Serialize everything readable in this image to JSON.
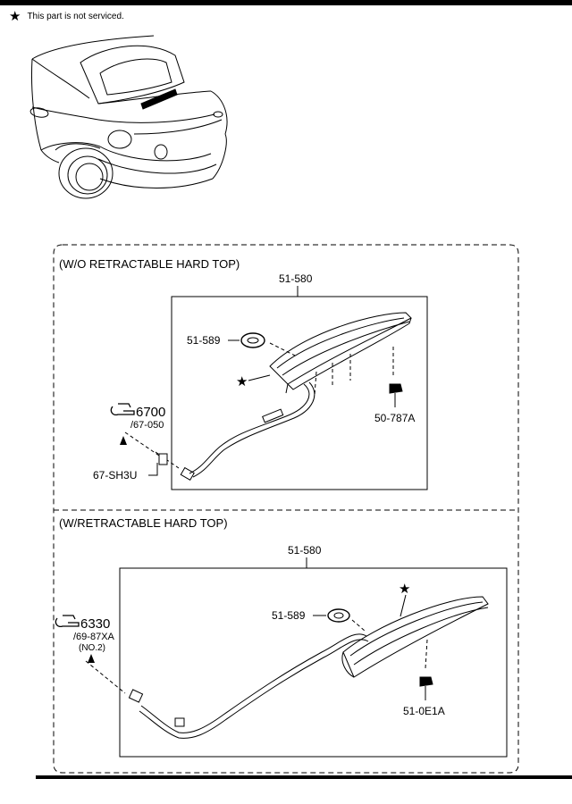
{
  "note": {
    "symbol": "★",
    "text": "This part is not serviced."
  },
  "sections": [
    {
      "header": "(W/O RETRACTABLE HARD TOP)",
      "main_part": "51-580",
      "gasket": "51-589",
      "nut": "50-787A",
      "connector": "67-SH3U",
      "ref_number": "6700",
      "ref_sub": "/67-050",
      "star": "★"
    },
    {
      "header": "(W/RETRACTABLE HARD TOP)",
      "main_part": "51-580",
      "gasket": "51-589",
      "nut": "51-0E1A",
      "ref_number": "6330",
      "ref_sub": "/69-87XA",
      "ref_note": "(NO.2)",
      "star": "★"
    }
  ],
  "icons": {
    "reference": "pointing-hand-icon",
    "not_serviced": "star-icon"
  }
}
